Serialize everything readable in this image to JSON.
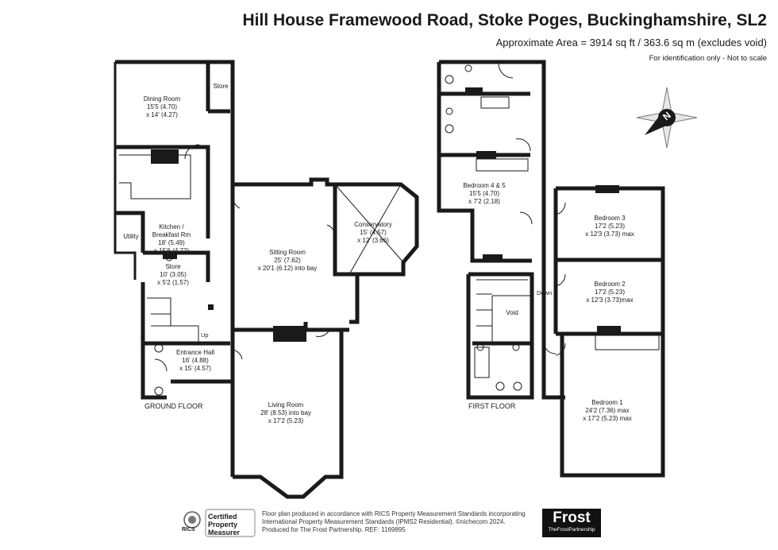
{
  "header": {
    "title": "Hill House Framewood Road, Stoke Poges, Buckinghamshire, SL2",
    "area": "Approximate Area = 3914 sq ft / 363.6 sq m (excludes void)",
    "note": "For identification only - Not to scale"
  },
  "compass": {
    "label": "N"
  },
  "ground_floor": {
    "label": "GROUND FLOOR",
    "rooms": {
      "dining": [
        "Dining Room",
        "15'5 (4.70)",
        "x 14' (4.27)"
      ],
      "store_top": [
        "Store"
      ],
      "kitchen": [
        "Kitchen /",
        "Breakfast Rm",
        "18' (5.49)",
        "x 15'6 (4.72)"
      ],
      "utility": [
        "Utility"
      ],
      "store_mid": [
        "Store",
        "10' (3.05)",
        "x 5'2 (1.57)"
      ],
      "entrance": [
        "Entrance Hall",
        "16' (4.88)",
        "x 15' (4.57)"
      ],
      "sitting": [
        "Sitting Room",
        "25' (7.62)",
        "x 20'1 (6.12) into bay"
      ],
      "conservatory": [
        "Conservatory",
        "15' (4.57)",
        "x 12' (3.66)"
      ],
      "living": [
        "Living Room",
        "28' (8.53) into bay",
        "x 17'2 (5.23)"
      ]
    },
    "stair_label": "Up"
  },
  "first_floor": {
    "label": "FIRST FLOOR",
    "rooms": {
      "bed45": [
        "Bedroom 4 & 5",
        "15'5 (4.70)",
        "x 7'2 (2.18)"
      ],
      "bed3": [
        "Bedroom 3",
        "17'2 (5.23)",
        "x 12'3 (3.73) max"
      ],
      "bed2": [
        "Bedroom 2",
        "17'2 (5.23)",
        "x 12'3 (3.73)max"
      ],
      "bed1": [
        "Bedroom 1",
        "24'2 (7.36) max",
        "x 17'2 (5.23) max"
      ],
      "void": [
        "Void"
      ]
    },
    "stair_label": "Down"
  },
  "footer": {
    "rics_badge": [
      "Certified",
      "Property",
      "Measurer"
    ],
    "rics_logo": "RICS",
    "lines": [
      "Floor plan produced in accordance with RICS Property Measurement Standards incorporating",
      "International Property Measurement Standards (IPMS2 Residential). ©nichecom 2024.",
      "Produced for The Frost Partnership.   REF:  1169895"
    ],
    "brand": "Frost",
    "brand_sub": "TheFrostPartnership"
  }
}
